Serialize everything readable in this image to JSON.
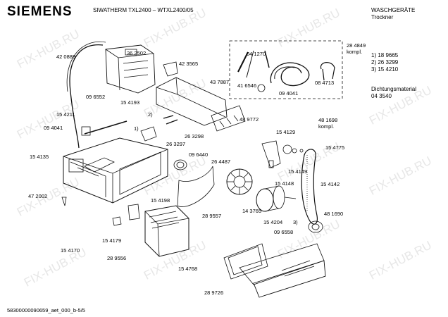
{
  "header": {
    "brand": "SIEMENS",
    "model": "SIWATHERM TXL2400 – WTXL2400/05",
    "category_line1": "WASCHGERÄTE",
    "category_line2": "Trockner"
  },
  "notes": [
    "1) 18 9665",
    "2) 26 3299",
    "3) 15 4210"
  ],
  "seal": {
    "label": "Dichtungsmaterial",
    "number": "04 3540"
  },
  "footer": {
    "doc_id": "58300000090659_aet_000_b-5/5"
  },
  "watermark": "FIX-HUB.RU",
  "part_numbers": {
    "p420889": "42 0889",
    "p362502": "36 2502",
    "p423565": "42 3565",
    "p096552": "09 6552",
    "p154193": "15 4193",
    "p437887": "43 7887",
    "p154211": "15 4211",
    "p094041a": "09 4041",
    "p263298": "26 3298",
    "p263297": "26 3297",
    "p154135": "15 4135",
    "p096440": "09 6440",
    "p264487": "26 4487",
    "p489772": "48 9772",
    "p472002": "47 2002",
    "p154198": "15 4198",
    "p289557": "28 9557",
    "p143765": "14 3765",
    "p154204": "15 4204",
    "p154179": "15 4179",
    "p154170": "15 4170",
    "p289556": "28 9556",
    "p154768": "15 4768",
    "p096558": "09 6558",
    "p289726": "28 9726",
    "p041270": "04 1270",
    "p416546": "41 6546",
    "p094041b": "09 4041",
    "p084713": "08 4713",
    "p284849": "28 4849",
    "p284849_kompl": "kompl.",
    "p481698": "48 1698",
    "p481698_kompl": "kompl.",
    "p154129": "15 4129",
    "p154775": "15 4775",
    "p154149": "15 4149",
    "p154148": "15 4148",
    "p154142": "15 4142",
    "p481690": "48 1690"
  },
  "markers": {
    "m1": "1)",
    "m2": "2)",
    "m3": "3)"
  }
}
